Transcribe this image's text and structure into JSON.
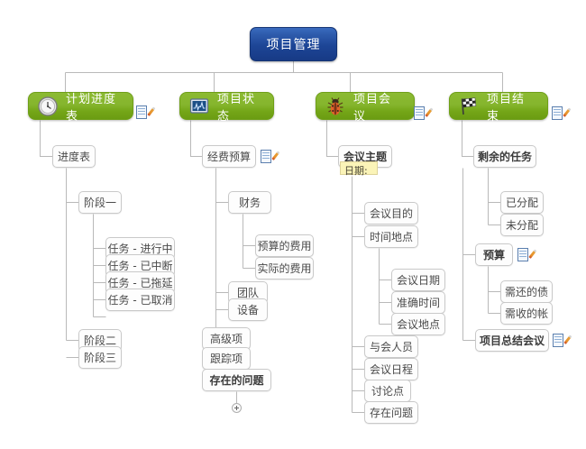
{
  "root": {
    "label": "项目管理",
    "color": "#1d4596"
  },
  "theme": {
    "branch_color": "#7fae25",
    "node_border": "#c9c9c9",
    "line_color": "#b8b8b8",
    "sticky_color": "#fbf4b8"
  },
  "branches": [
    {
      "label": "计划进度表",
      "icon": "clock-icon",
      "has_note": true,
      "children": [
        {
          "label": "进度表",
          "children": [
            {
              "label": "阶段一",
              "children": [
                {
                  "label": "任务 - 进行中"
                },
                {
                  "label": "任务 - 已中断"
                },
                {
                  "label": "任务 - 已拖延"
                },
                {
                  "label": "任务 - 已取消"
                }
              ]
            },
            {
              "label": "阶段二"
            },
            {
              "label": "阶段三"
            }
          ]
        }
      ]
    },
    {
      "label": "项目状态",
      "icon": "chart-monitor-icon",
      "has_note": false,
      "children": [
        {
          "label": "经费预算",
          "has_note": true,
          "children": [
            {
              "label": "财务",
              "children": [
                {
                  "label": "预算的费用"
                },
                {
                  "label": "实际的费用"
                }
              ]
            },
            {
              "label": "团队"
            },
            {
              "label": "设备"
            }
          ]
        },
        {
          "label": "高级项"
        },
        {
          "label": "跟踪项"
        },
        {
          "label": "存在的问题",
          "bold": true,
          "expander": true
        }
      ]
    },
    {
      "label": "项目会议",
      "icon": "bug-icon",
      "has_note": true,
      "children": [
        {
          "label": "会议主题",
          "bold": true,
          "sticky": "日期:",
          "children": [
            {
              "label": "会议目的"
            },
            {
              "label": "时间地点",
              "children": [
                {
                  "label": "会议日期"
                },
                {
                  "label": "准确时间"
                },
                {
                  "label": "会议地点"
                }
              ]
            },
            {
              "label": "与会人员"
            },
            {
              "label": "会议日程"
            },
            {
              "label": "讨论点"
            },
            {
              "label": "存在问题"
            }
          ]
        }
      ]
    },
    {
      "label": "项目结束",
      "icon": "checkered-flag-icon",
      "has_note": true,
      "children": [
        {
          "label": "剩余的任务",
          "bold": true,
          "children": [
            {
              "label": "已分配"
            },
            {
              "label": "未分配"
            }
          ]
        },
        {
          "label": "预算",
          "bold": true,
          "has_note": true,
          "children": [
            {
              "label": "需还的债"
            },
            {
              "label": "需收的帐"
            }
          ]
        },
        {
          "label": "项目总结会议",
          "bold": true,
          "has_note": true
        }
      ]
    }
  ],
  "nodes": {
    "root": {
      "label": "项目管理"
    },
    "b1": {
      "label": "计划进度表"
    },
    "b2": {
      "label": "项目状态"
    },
    "b3": {
      "label": "项目会议"
    },
    "b4": {
      "label": "项目结束"
    },
    "n_jdb": {
      "label": "进度表"
    },
    "n_jd1": {
      "label": "阶段一"
    },
    "n_t1": {
      "label": "任务 - 进行中"
    },
    "n_t2": {
      "label": "任务 - 已中断"
    },
    "n_t3": {
      "label": "任务 - 已拖延"
    },
    "n_t4": {
      "label": "任务 - 已取消"
    },
    "n_jd2": {
      "label": "阶段二"
    },
    "n_jd3": {
      "label": "阶段三"
    },
    "n_jfys": {
      "label": "经费预算"
    },
    "n_cw": {
      "label": "财务"
    },
    "n_ysfy": {
      "label": "预算的费用"
    },
    "n_sjfy": {
      "label": "实际的费用"
    },
    "n_td": {
      "label": "团队"
    },
    "n_sb": {
      "label": "设备"
    },
    "n_gjx": {
      "label": "高级项"
    },
    "n_gzx": {
      "label": "跟踪项"
    },
    "n_czwt": {
      "label": "存在的问题"
    },
    "n_hyzt": {
      "label": "会议主题"
    },
    "n_sticky": {
      "label": "日期:"
    },
    "n_hymd": {
      "label": "会议目的"
    },
    "n_sjdd": {
      "label": "时间地点"
    },
    "n_hyrq": {
      "label": "会议日期"
    },
    "n_zqsj": {
      "label": "准确时间"
    },
    "n_hydd": {
      "label": "会议地点"
    },
    "n_yhry": {
      "label": "与会人员"
    },
    "n_hyrc": {
      "label": "会议日程"
    },
    "n_tld": {
      "label": "讨论点"
    },
    "n_czwt2": {
      "label": "存在问题"
    },
    "n_syrw": {
      "label": "剩余的任务"
    },
    "n_yfp": {
      "label": "已分配"
    },
    "n_wfp": {
      "label": "未分配"
    },
    "n_ys": {
      "label": "预算"
    },
    "n_xhzd": {
      "label": "需还的债"
    },
    "n_xsz": {
      "label": "需收的帐"
    },
    "n_xmzjhy": {
      "label": "项目总结会议"
    }
  }
}
